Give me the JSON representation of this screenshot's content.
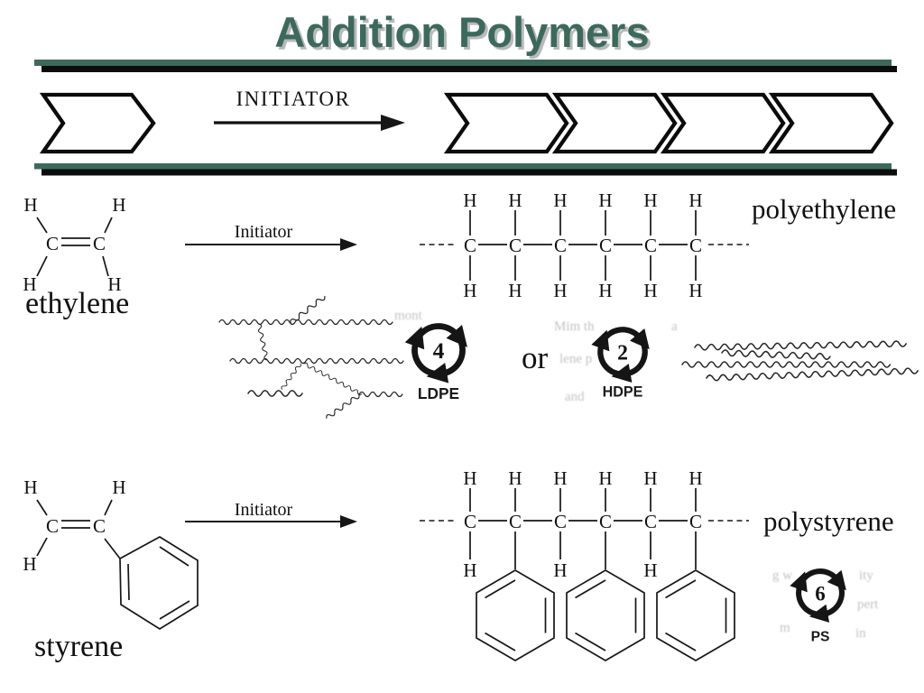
{
  "title": "Addition Polymers",
  "colors": {
    "accent_teal": "#3d695d",
    "ink": "#111111"
  },
  "scheme": {
    "initiator_label": "INITIATOR"
  },
  "reactions": {
    "ethylene": {
      "monomer_label": "ethylene",
      "polymer_label": "polyethylene",
      "arrow_label": "Initiator"
    },
    "styrene": {
      "monomer_label": "styrene",
      "polymer_label": "polystyrene",
      "arrow_label": "Initiator"
    }
  },
  "recycling": {
    "or_label": "or",
    "ldpe": {
      "number": "4",
      "code": "LDPE"
    },
    "hdpe": {
      "number": "2",
      "code": "HDPE"
    },
    "ps": {
      "number": "6",
      "code": "PS"
    }
  },
  "atoms": {
    "carbon": "C",
    "hydrogen": "H"
  },
  "artifacts": [
    "mont",
    "Mim th",
    "lene p",
    "and",
    "a",
    "g w",
    "ity",
    "pert",
    "in",
    "m"
  ]
}
